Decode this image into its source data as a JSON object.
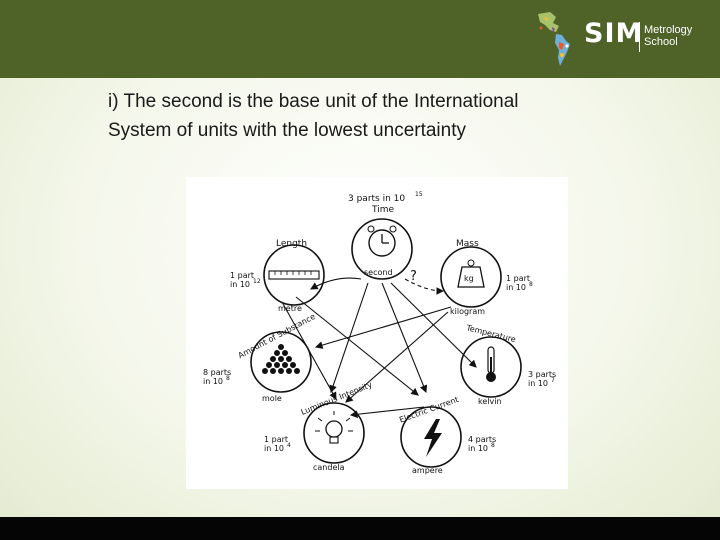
{
  "header": {
    "logo": {
      "brand": "SIM",
      "sub_line1": "Metrology",
      "sub_line2": "School"
    }
  },
  "slide": {
    "line1": "i) The second is the base unit of the International",
    "line2": "System of units with the lowest uncertainty"
  },
  "diagram": {
    "time": {
      "quantity": "Time",
      "unit": "second",
      "uncertainty": "3 parts in 10",
      "exp": "15"
    },
    "mass": {
      "quantity": "Mass",
      "unit": "kilogram",
      "unit_symbol": "kg",
      "uncertainty_1": "1 part",
      "uncertainty_2": "in 10",
      "exp": "8"
    },
    "length": {
      "quantity": "Length",
      "unit": "metre",
      "uncertainty_1": "1 part",
      "uncertainty_2": "in 10",
      "exp": "12"
    },
    "temperature": {
      "quantity": "Temperature",
      "unit": "kelvin",
      "uncertainty_1": "3 parts",
      "uncertainty_2": "in 10",
      "exp": "7"
    },
    "amount": {
      "quantity": "Amount of Substance",
      "unit": "mole",
      "uncertainty_1": "8 parts",
      "uncertainty_2": "in 10",
      "exp": "8"
    },
    "current": {
      "quantity": "Electric Current",
      "unit": "ampere",
      "uncertainty_1": "4 parts",
      "uncertainty_2": "in 10",
      "exp": "8"
    },
    "luminous": {
      "quantity": "Luminous Intensity",
      "unit": "candela",
      "uncertainty_1": "1 part",
      "uncertainty_2": "in 10",
      "exp": "4"
    },
    "question_mark": "?"
  },
  "colors": {
    "header": "#4f6328",
    "footer": "#050505"
  }
}
